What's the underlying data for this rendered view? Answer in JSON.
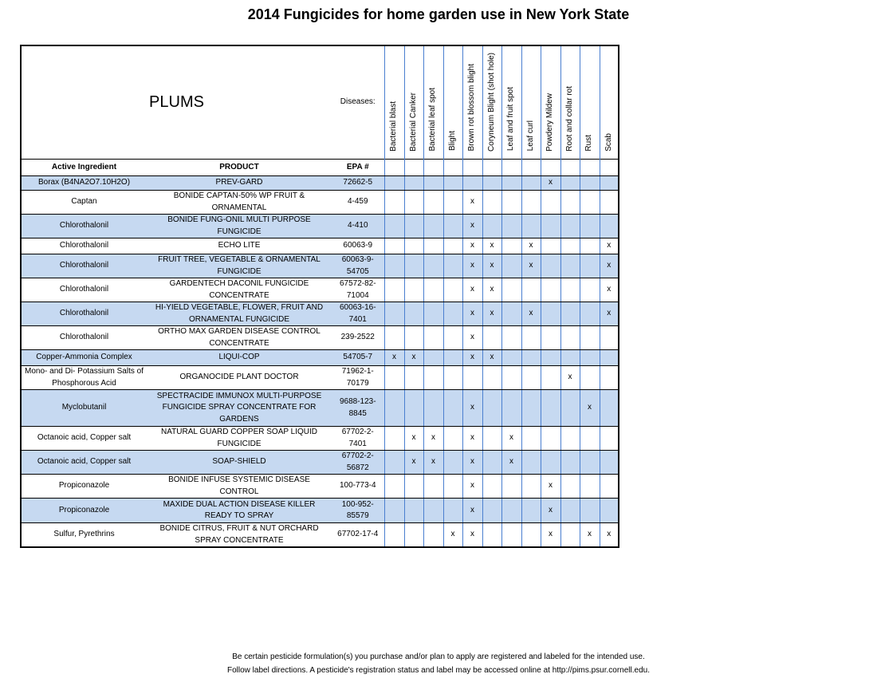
{
  "title": "2014 Fungicides for home garden use in New York State",
  "crop": "PLUMS",
  "diseases_label": "Diseases:",
  "headers": {
    "ingredient": "Active Ingredient",
    "product": "PRODUCT",
    "epa": "EPA #"
  },
  "diseases": [
    "Bacterial blast",
    "Bacterial Canker",
    "Bacterial leaf spot",
    "Blight",
    "Brown rot blossom blight",
    "Coryneum Blight (shot hole)",
    "Leaf and fruit spot",
    "Leaf curl",
    "Powdery Mildew",
    "Root and collar rot",
    "Rust",
    "Scab"
  ],
  "rows": [
    {
      "ingredient": "Borax (B4NA2O7.10H2O)",
      "product": "PREV-GARD",
      "epa": "72662-5",
      "marks": [
        "",
        "",
        "",
        "",
        "",
        "",
        "",
        "",
        "x",
        "",
        "",
        ""
      ]
    },
    {
      "ingredient": "Captan",
      "product": "BONIDE CAPTAN-50% WP FRUIT & ORNAMENTAL",
      "epa": "4-459",
      "marks": [
        "",
        "",
        "",
        "",
        "x",
        "",
        "",
        "",
        "",
        "",
        "",
        ""
      ]
    },
    {
      "ingredient": "Chlorothalonil",
      "product": "BONIDE FUNG-ONIL MULTI PURPOSE FUNGICIDE",
      "epa": "4-410",
      "marks": [
        "",
        "",
        "",
        "",
        "x",
        "",
        "",
        "",
        "",
        "",
        "",
        ""
      ]
    },
    {
      "ingredient": "Chlorothalonil",
      "product": "ECHO LITE",
      "epa": "60063-9",
      "marks": [
        "",
        "",
        "",
        "",
        "x",
        "x",
        "",
        "x",
        "",
        "",
        "",
        "x"
      ]
    },
    {
      "ingredient": "Chlorothalonil",
      "product": "FRUIT TREE, VEGETABLE & ORNAMENTAL FUNGICIDE",
      "epa": "60063-9-54705",
      "marks": [
        "",
        "",
        "",
        "",
        "x",
        "x",
        "",
        "x",
        "",
        "",
        "",
        "x"
      ]
    },
    {
      "ingredient": "Chlorothalonil",
      "product": "GARDENTECH DACONIL FUNGICIDE CONCENTRATE",
      "epa": "67572-82-71004",
      "marks": [
        "",
        "",
        "",
        "",
        "x",
        "x",
        "",
        "",
        "",
        "",
        "",
        "x"
      ]
    },
    {
      "ingredient": "Chlorothalonil",
      "product": "HI-YIELD VEGETABLE, FLOWER, FRUIT AND ORNAMENTAL FUNGICIDE",
      "epa": "60063-16-7401",
      "marks": [
        "",
        "",
        "",
        "",
        "x",
        "x",
        "",
        "x",
        "",
        "",
        "",
        "x"
      ]
    },
    {
      "ingredient": "Chlorothalonil",
      "product": "ORTHO MAX GARDEN DISEASE CONTROL CONCENTRATE",
      "epa": "239-2522",
      "marks": [
        "",
        "",
        "",
        "",
        "x",
        "",
        "",
        "",
        "",
        "",
        "",
        ""
      ]
    },
    {
      "ingredient": "Copper-Ammonia Complex",
      "product": "LIQUI-COP",
      "epa": "54705-7",
      "marks": [
        "x",
        "x",
        "",
        "",
        "x",
        "x",
        "",
        "",
        "",
        "",
        "",
        ""
      ]
    },
    {
      "ingredient": "Mono- and Di- Potassium Salts of Phosphorous Acid",
      "product": "ORGANOCIDE PLANT DOCTOR",
      "epa": "71962-1-70179",
      "marks": [
        "",
        "",
        "",
        "",
        "",
        "",
        "",
        "",
        "",
        "x",
        "",
        ""
      ]
    },
    {
      "ingredient": "Myclobutanil",
      "product": "SPECTRACIDE IMMUNOX MULTI-PURPOSE FUNGICIDE SPRAY CONCENTRATE FOR GARDENS",
      "epa": "9688-123-8845",
      "marks": [
        "",
        "",
        "",
        "",
        "x",
        "",
        "",
        "",
        "",
        "",
        "x",
        ""
      ]
    },
    {
      "ingredient": "Octanoic acid, Copper salt",
      "product": "NATURAL GUARD COPPER SOAP LIQUID FUNGICIDE",
      "epa": "67702-2-7401",
      "marks": [
        "",
        "x",
        "x",
        "",
        "x",
        "",
        "x",
        "",
        "",
        "",
        "",
        ""
      ]
    },
    {
      "ingredient": "Octanoic acid, Copper salt",
      "product": "SOAP-SHIELD",
      "epa": "67702-2-56872",
      "marks": [
        "",
        "x",
        "x",
        "",
        "x",
        "",
        "x",
        "",
        "",
        "",
        "",
        ""
      ]
    },
    {
      "ingredient": "Propiconazole",
      "product": "BONIDE INFUSE SYSTEMIC DISEASE CONTROL",
      "epa": "100-773-4",
      "marks": [
        "",
        "",
        "",
        "",
        "x",
        "",
        "",
        "",
        "x",
        "",
        "",
        ""
      ]
    },
    {
      "ingredient": "Propiconazole",
      "product": "MAXIDE DUAL ACTION DISEASE KILLER READY TO SPRAY",
      "epa": "100-952-85579",
      "marks": [
        "",
        "",
        "",
        "",
        "x",
        "",
        "",
        "",
        "x",
        "",
        "",
        ""
      ]
    },
    {
      "ingredient": "Sulfur, Pyrethrins",
      "product": "BONIDE CITRUS, FRUIT & NUT ORCHARD SPRAY CONCENTRATE",
      "epa": "67702-17-4",
      "marks": [
        "",
        "",
        "",
        "x",
        "x",
        "",
        "",
        "",
        "x",
        "",
        "x",
        "x"
      ]
    }
  ],
  "footer": [
    "Be certain pesticide formulation(s) you purchase and/or plan to apply are registered and labeled for the intended use.",
    "Follow label directions. A pesticide's registration status and label may be accessed online at http://pims.psur.cornell.edu."
  ]
}
